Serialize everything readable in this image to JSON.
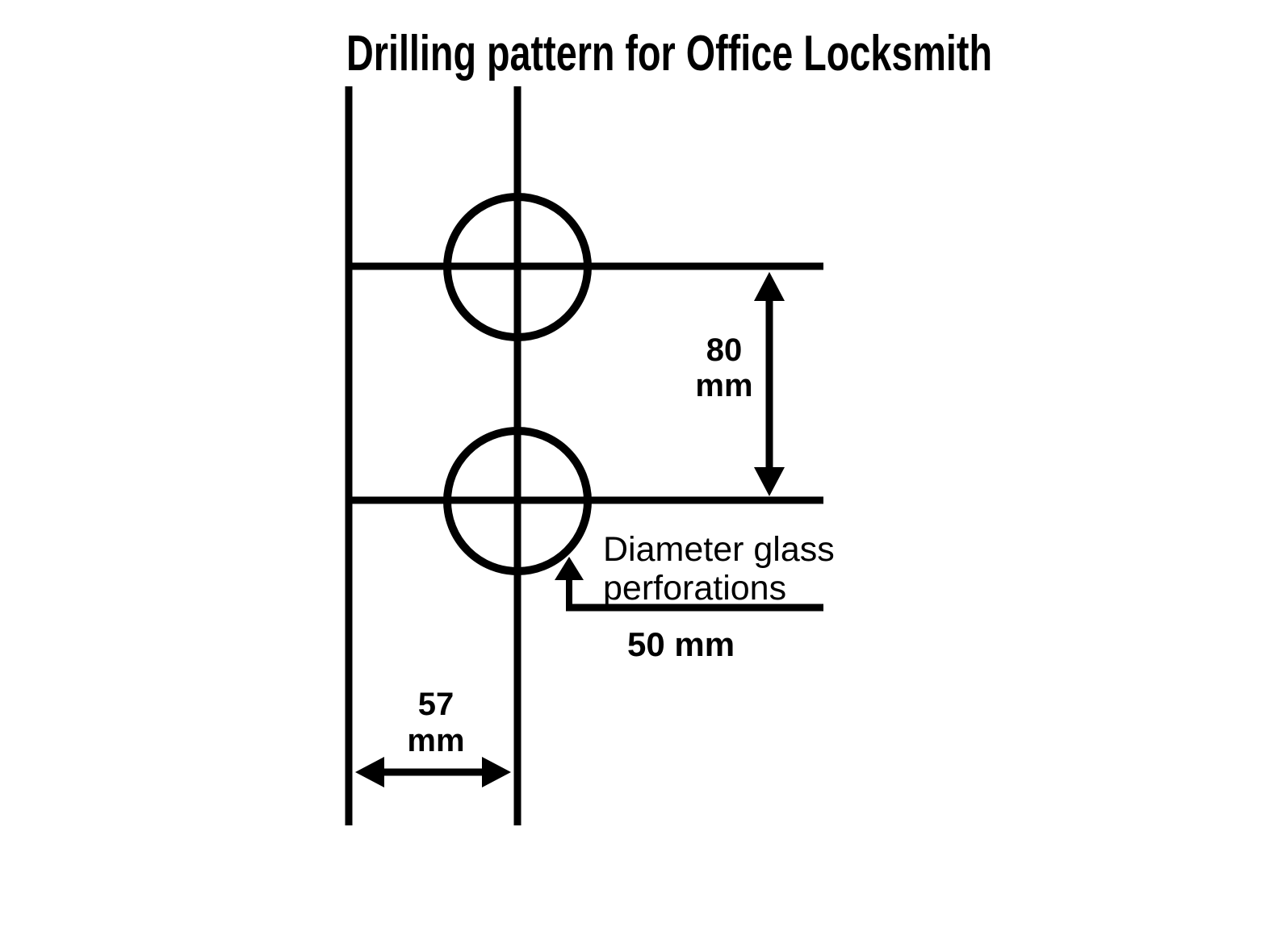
{
  "title": "Drilling pattern for Office Locksmith",
  "colors": {
    "ink": "#000000",
    "background": "#ffffff"
  },
  "dimensions": {
    "hole_spacing_vertical": {
      "value": "80",
      "unit": "mm"
    },
    "edge_to_centerline": {
      "value": "57",
      "unit": "mm"
    },
    "hole_diameter": {
      "label_line1": "Diameter glass",
      "label_line2": "perforations",
      "value": "50 mm"
    }
  }
}
